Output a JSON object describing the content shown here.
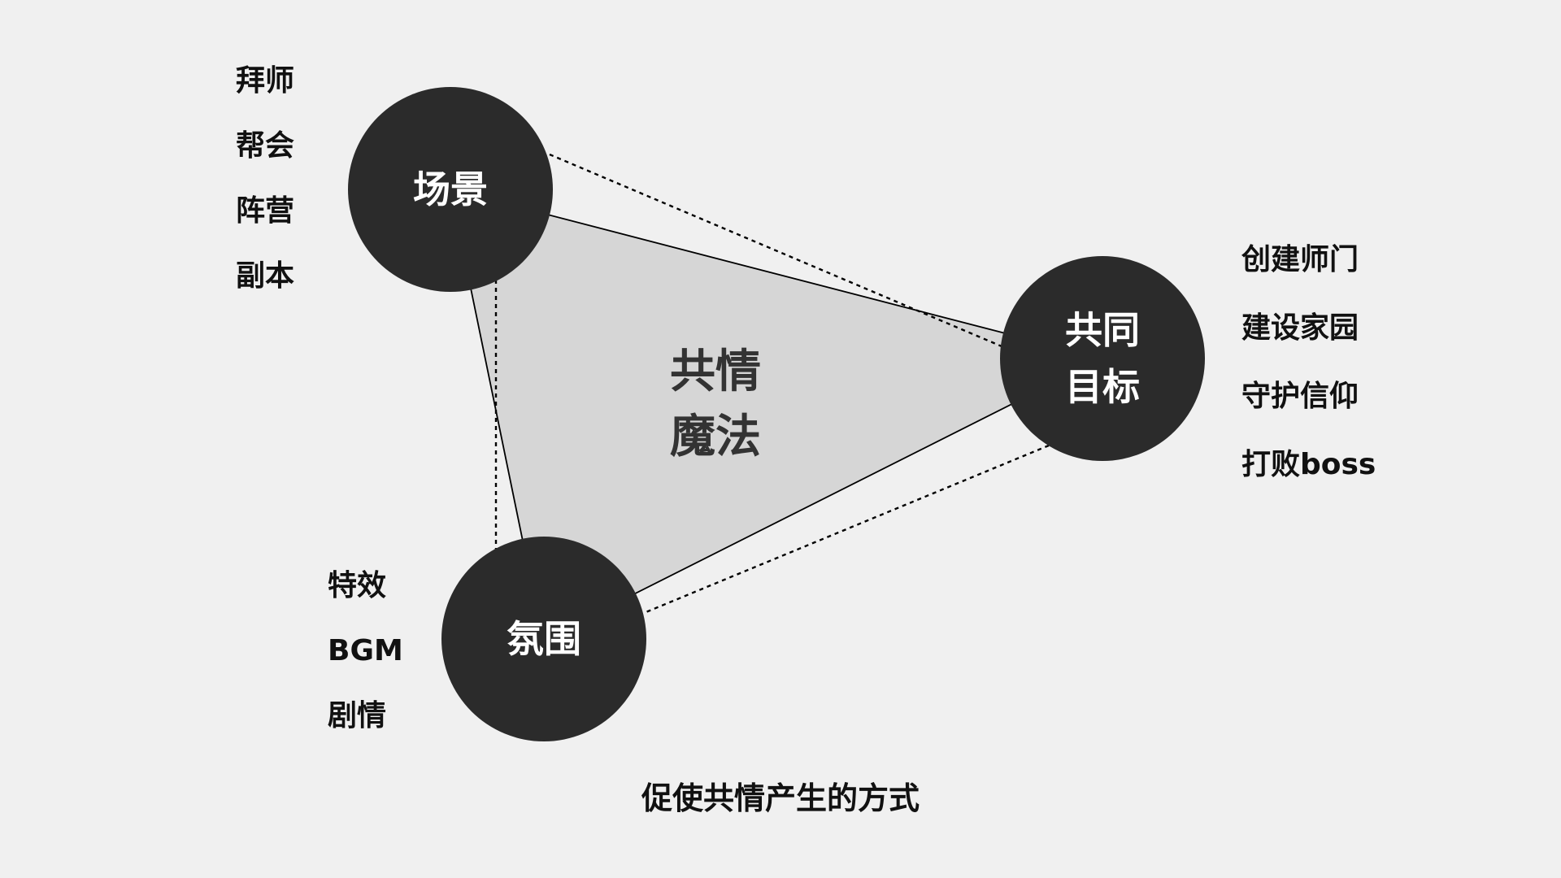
{
  "center": {
    "line1": "共情",
    "line2": "魔法"
  },
  "nodes": {
    "scene": "场景",
    "goal_line1": "共同",
    "goal_line2": "目标",
    "atmosphere": "氛围"
  },
  "scene_items": [
    "拜师",
    "帮会",
    "阵营",
    "副本"
  ],
  "goal_items": [
    "创建师门",
    "建设家园",
    "守护信仰",
    "打败boss"
  ],
  "atmosphere_items": [
    "特效",
    "BGM",
    "剧情"
  ],
  "caption": "促使共情产生的方式",
  "colors": {
    "background": "#f0f0f0",
    "node_fill": "#2b2b2b",
    "triangle_fill": "#d6d6d6",
    "node_text": "#ffffff",
    "text": "#111111"
  }
}
